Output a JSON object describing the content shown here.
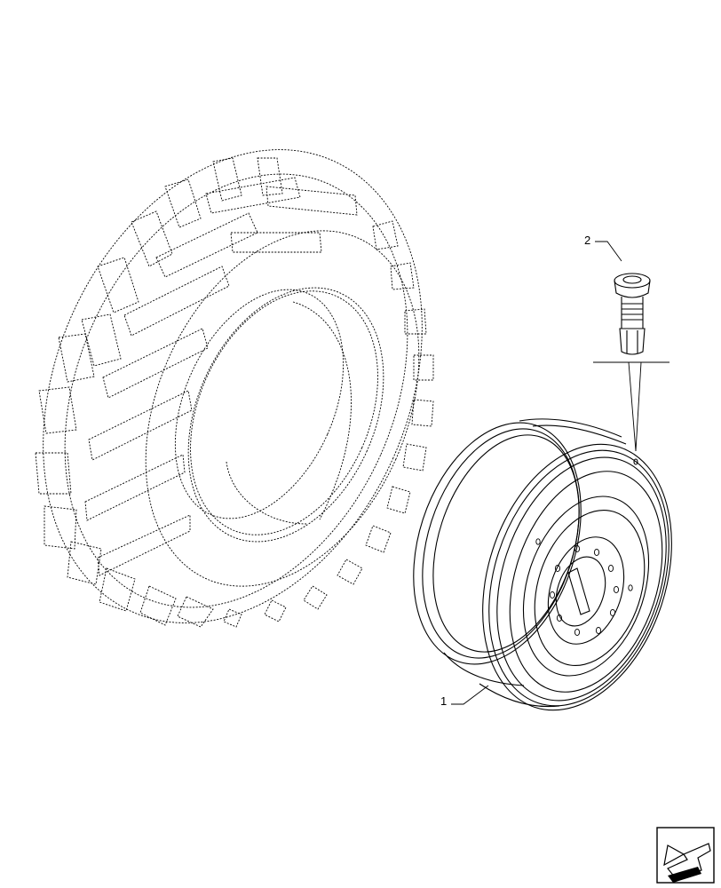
{
  "callouts": [
    {
      "id": "1",
      "label": "1",
      "part": "rim"
    },
    {
      "id": "2",
      "label": "2",
      "part": "valve"
    }
  ],
  "icons": {
    "navigation": "arrow-back-icon"
  },
  "colors": {
    "line": "#000000",
    "background": "#ffffff"
  }
}
